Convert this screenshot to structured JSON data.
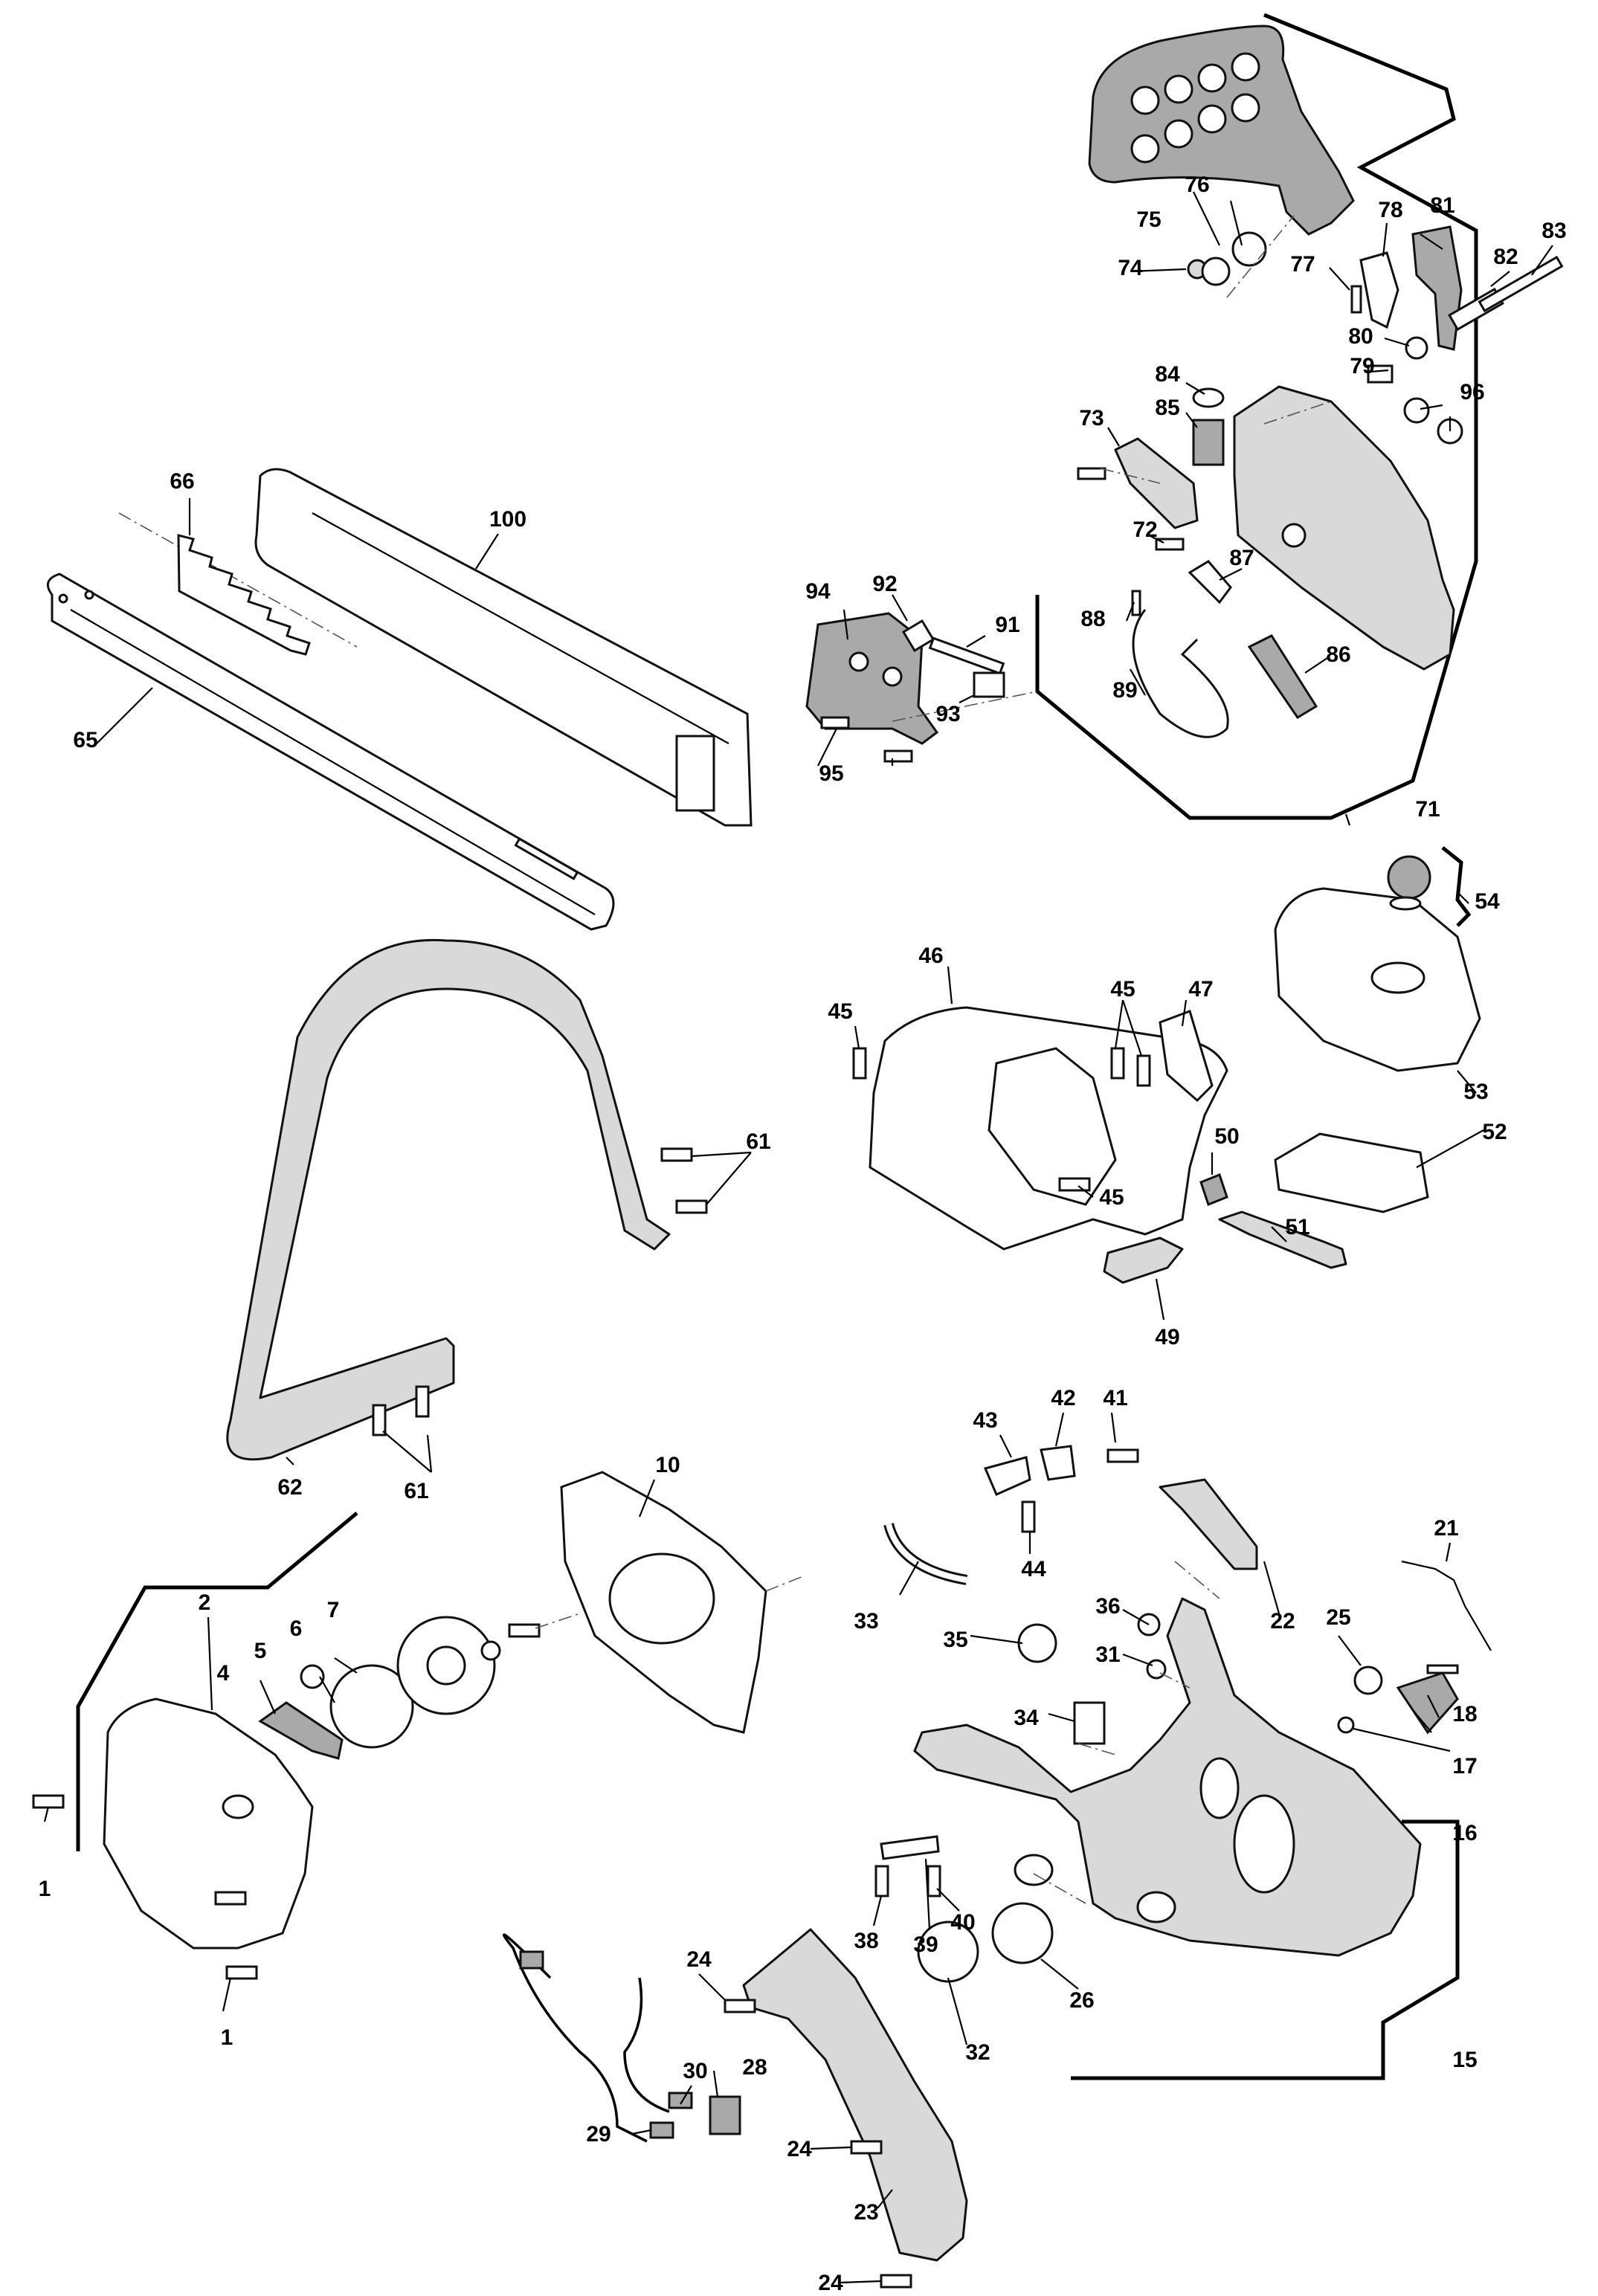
{
  "callouts": {
    "c1a": "1",
    "c1b": "1",
    "c2": "2",
    "c4": "4",
    "c5": "5",
    "c6": "6",
    "c7": "7",
    "c10": "10",
    "c15": "15",
    "c16": "16",
    "c17": "17",
    "c18": "18",
    "c21": "21",
    "c22": "22",
    "c23": "23",
    "c24a": "24",
    "c24b": "24",
    "c24c": "24",
    "c25": "25",
    "c26": "26",
    "c28": "28",
    "c29": "29",
    "c30": "30",
    "c31": "31",
    "c32": "32",
    "c33": "33",
    "c34": "34",
    "c35": "35",
    "c36": "36",
    "c38": "38",
    "c39": "39",
    "c40": "40",
    "c41": "41",
    "c42": "42",
    "c43": "43",
    "c44": "44",
    "c45a": "45",
    "c45b": "45",
    "c45c": "45",
    "c46": "46",
    "c47": "47",
    "c49": "49",
    "c50": "50",
    "c51": "51",
    "c52": "52",
    "c53": "53",
    "c54": "54",
    "c61a": "61",
    "c61b": "61",
    "c62": "62",
    "c65": "65",
    "c66": "66",
    "c71": "71",
    "c72": "72",
    "c73": "73",
    "c74": "74",
    "c75": "75",
    "c76": "76",
    "c77": "77",
    "c78": "78",
    "c79": "79",
    "c80": "80",
    "c81": "81",
    "c82": "82",
    "c83": "83",
    "c84": "84",
    "c85": "85",
    "c86": "86",
    "c87": "87",
    "c88": "88",
    "c89": "89",
    "c91": "91",
    "c92": "92",
    "c93": "93",
    "c94": "94",
    "c95": "95",
    "c96": "96",
    "c100": "100"
  }
}
